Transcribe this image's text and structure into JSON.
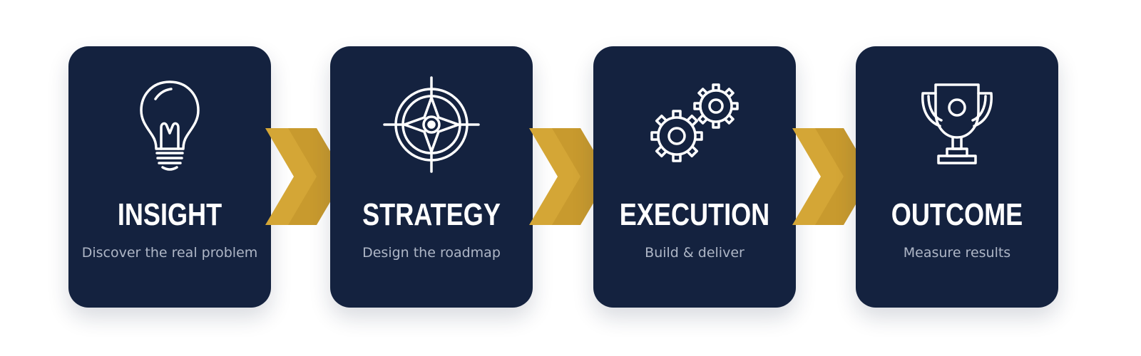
{
  "colors": {
    "card_bg": "#14223f",
    "accent": "#d4a636",
    "title": "#ffffff",
    "subtitle": "#aeb6c6",
    "background": "#ffffff"
  },
  "steps": [
    {
      "icon": "lightbulb-icon",
      "title": "INSIGHT",
      "subtitle": "Discover the real problem"
    },
    {
      "icon": "compass-target-icon",
      "title": "STRATEGY",
      "subtitle": "Design the roadmap"
    },
    {
      "icon": "gears-icon",
      "title": "EXECUTION",
      "subtitle": "Build & deliver"
    },
    {
      "icon": "trophy-icon",
      "title": "OUTCOME",
      "subtitle": "Measure results"
    }
  ],
  "connectors": [
    {
      "icon": "double-chevron-right-icon"
    },
    {
      "icon": "double-chevron-right-icon"
    },
    {
      "icon": "double-chevron-right-icon"
    }
  ]
}
